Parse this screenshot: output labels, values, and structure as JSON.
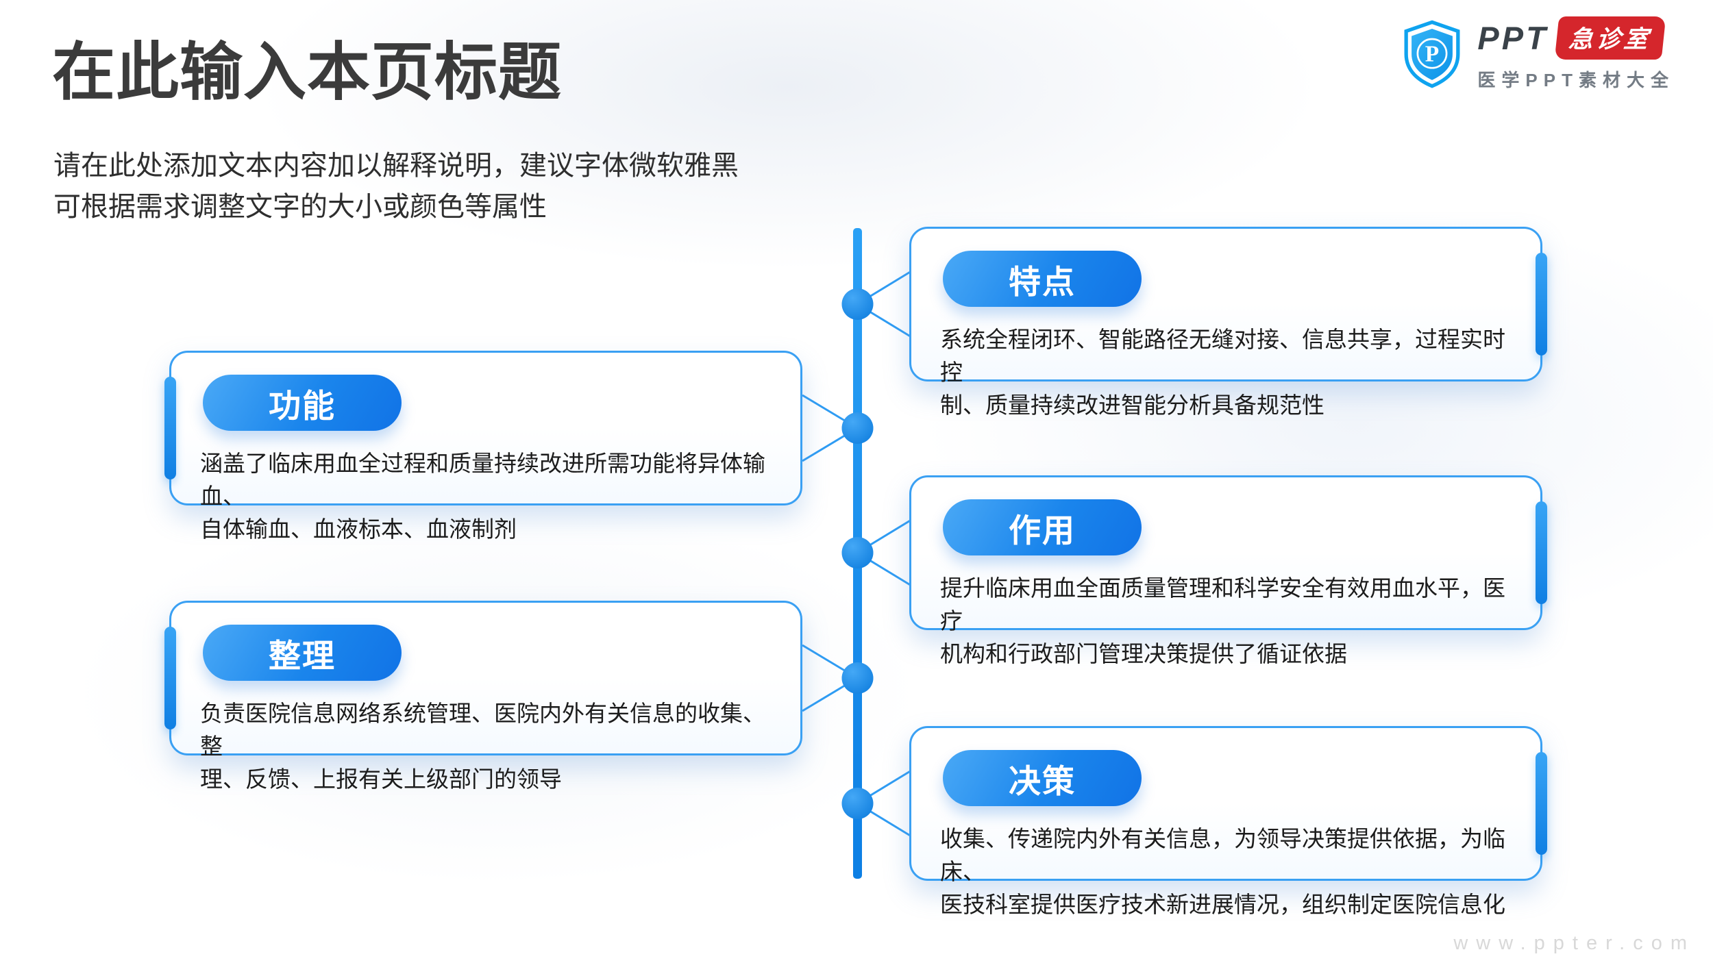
{
  "slide": {
    "title": "在此输入本页标题",
    "subtitle": "请在此处添加文本内容加以解释说明，建议字体微软雅黑\n可根据需求调整文字的大小或颜色等属性"
  },
  "logo": {
    "shield_letter": "P",
    "brand": "PPT",
    "badge": "急诊室",
    "tagline": "医学PPT素材大全"
  },
  "timeline": {
    "items": [
      {
        "side": "right",
        "label": "特点",
        "body": "系统全程闭环、智能路径无缝对接、信息共享，过程实时控\n制、质量持续改进智能分析具备规范性"
      },
      {
        "side": "left",
        "label": "功能",
        "body": "涵盖了临床用血全过程和质量持续改进所需功能将异体输血、\n自体输血、血液标本、血液制剂"
      },
      {
        "side": "right",
        "label": "作用",
        "body": "提升临床用血全面质量管理和科学安全有效用血水平，医疗\n机构和行政部门管理决策提供了循证依据"
      },
      {
        "side": "left",
        "label": "整理",
        "body": "负责医院信息网络系统管理、医院内外有关信息的收集、整\n理、反馈、上报有关上级部门的领导"
      },
      {
        "side": "right",
        "label": "决策",
        "body": "收集、传递院内外有关信息，为领导决策提供依据，为临床、\n医技科室提供医疗技术新进展情况，组织制定医院信息化"
      }
    ]
  },
  "watermark": "www.ppter.com",
  "colors": {
    "accent_blue": "#1e90f3",
    "border_blue": "#3aa0f3",
    "pill_gradient_start": "#4aa9f6",
    "pill_gradient_end": "#1173e6",
    "badge_red": "#d5262c",
    "title_gray": "#3b3b3b",
    "body_black": "#1c1c1c",
    "watermark_gray": "#d8d8d8"
  }
}
